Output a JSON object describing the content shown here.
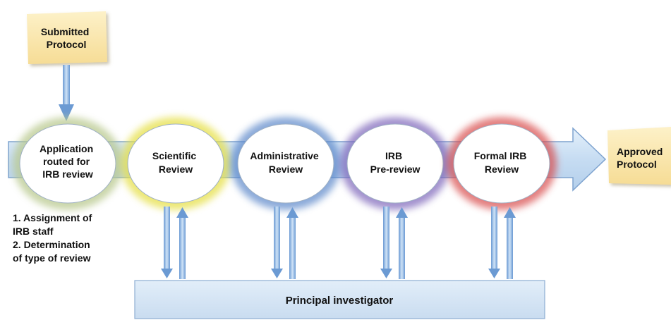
{
  "submitted": {
    "line1": "Submitted",
    "line2": "Protocol"
  },
  "approved": {
    "line1": "Approved",
    "line2": "Protocol"
  },
  "stages": [
    {
      "line1": "Application",
      "line2": "routed for",
      "line3": "IRB review",
      "glow": "#b9c98f"
    },
    {
      "line1": "Scientific",
      "line2": "Review",
      "line3": "",
      "glow": "#e6e04a"
    },
    {
      "line1": "Administrative",
      "line2": "Review",
      "line3": "",
      "glow": "#5a86c9"
    },
    {
      "line1": "IRB",
      "line2": "Pre-review",
      "line3": "",
      "glow": "#7b63b9"
    },
    {
      "line1": "Formal IRB",
      "line2": "Review",
      "line3": "",
      "glow": "#d84848"
    }
  ],
  "notes": [
    "1. Assignment of",
    "IRB staff",
    "2. Determination",
    "of type of review"
  ],
  "investigator": {
    "label": "Principal investigator"
  },
  "colors": {
    "arrow_fill": "#cfe3f5",
    "arrow_stroke": "#7ea3cf",
    "note_fill": "#fbe9b0",
    "small_arrow": "#a9ccee"
  }
}
